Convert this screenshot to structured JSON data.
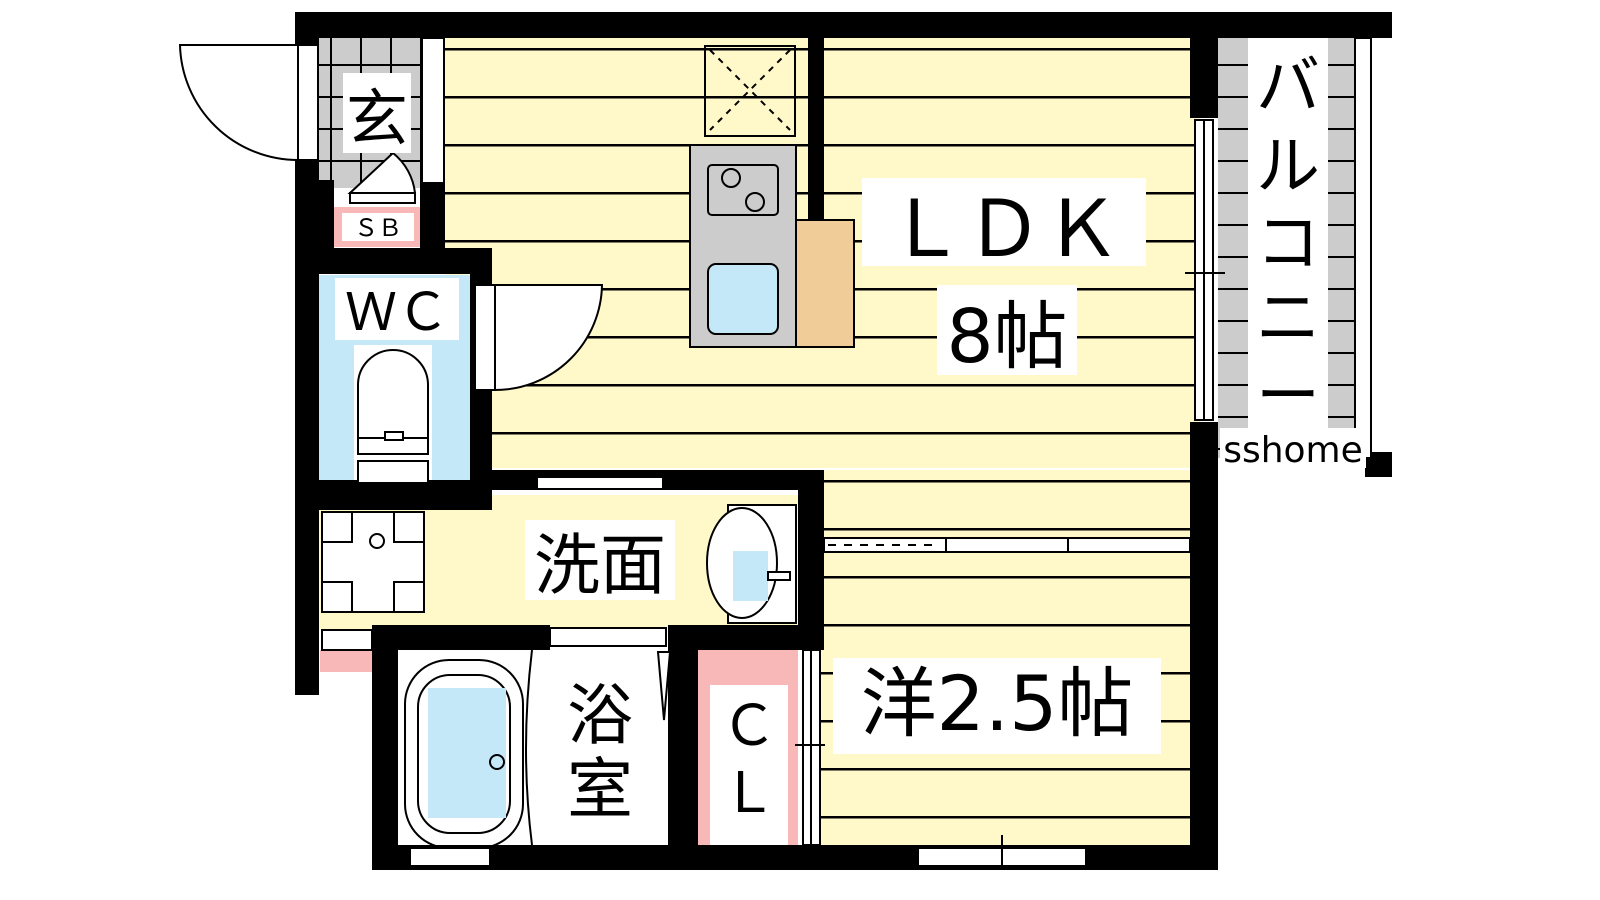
{
  "title": "Floor plan 1LDK",
  "colors": {
    "wall": "#000000",
    "floor_wood": "#fff8c8",
    "tile": "#cccccc",
    "water": "#c4e8f8",
    "storage": "#f8b8b8",
    "counter": "#f0cc98",
    "kitchen": "#cccccc"
  },
  "rooms": {
    "entrance": {
      "label": "玄"
    },
    "shoe_box": {
      "label": "ＳＢ"
    },
    "toilet": {
      "label": "ＷＣ"
    },
    "washroom": {
      "label": "洗面"
    },
    "bathroom": {
      "label_line1": "浴",
      "label_line2": "室"
    },
    "closet": {
      "label_line1": "Ｃ",
      "label_line2": "Ｌ"
    },
    "ldk": {
      "label": "ＬＤＫ",
      "size": "8帖"
    },
    "western_room": {
      "label": "洋2.5帖"
    },
    "balcony": {
      "chars": [
        "バ",
        "ル",
        "コ",
        "ニ",
        "ー"
      ]
    }
  },
  "watermark": "sshome"
}
